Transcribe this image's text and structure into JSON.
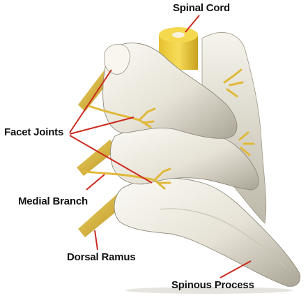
{
  "labels": {
    "spinal_cord": "Spinal Cord",
    "facet_joints": "Facet Joints",
    "medial_branch": "Medial Branch",
    "dorsal_ramus": "Dorsal Ramus",
    "spinous_process": "Spinous Process"
  },
  "colors": {
    "bone_light": "#f2efe6",
    "bone_shadow": "#b8b3a3",
    "nerve": "#e8c24a",
    "spinal_cord": "#f0d040",
    "leader_line": "#cc2a1f",
    "text": "#111111"
  }
}
